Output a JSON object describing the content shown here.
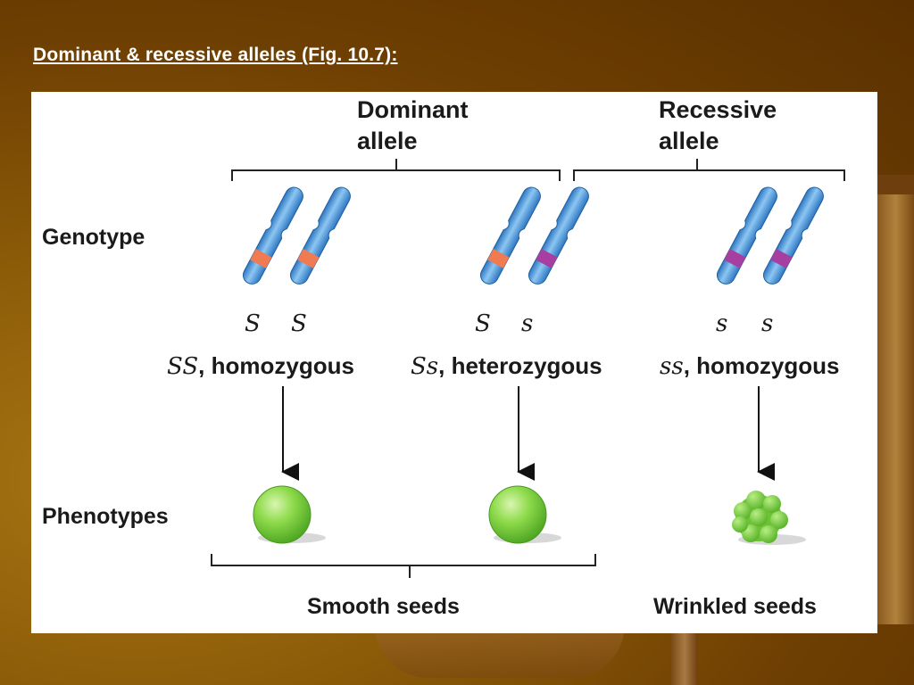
{
  "slide": {
    "title": "Dominant & recessive alleles (Fig. 10.7):"
  },
  "figure": {
    "header_dominant": "Dominant allele",
    "header_dominant_line1": "Dominant",
    "header_dominant_line2": "allele",
    "header_recessive_line1": "Recessive",
    "header_recessive_line2": "allele",
    "row_genotype": "Genotype",
    "row_phenotypes": "Phenotypes",
    "columns": [
      {
        "alleles": [
          "S",
          "S"
        ],
        "genotype_symbol": "SS",
        "genotype_label": ", homozygous",
        "band_colors": [
          "#f07a52",
          "#f07a52"
        ]
      },
      {
        "alleles": [
          "S",
          "s"
        ],
        "genotype_symbol": "Ss",
        "genotype_label": ", heterozygous",
        "band_colors": [
          "#f07a52",
          "#a63fa0"
        ]
      },
      {
        "alleles": [
          "s",
          "s"
        ],
        "genotype_symbol": "ss",
        "genotype_label": ", homozygous",
        "band_colors": [
          "#a63fa0",
          "#a63fa0"
        ]
      }
    ],
    "phenotype_smooth": "Smooth seeds",
    "phenotype_wrinkled": "Wrinkled seeds",
    "colors": {
      "chromosome": "#5aa2de",
      "dominant_band": "#f07a52",
      "recessive_band": "#a63fa0",
      "seed": "#7fd240"
    }
  }
}
